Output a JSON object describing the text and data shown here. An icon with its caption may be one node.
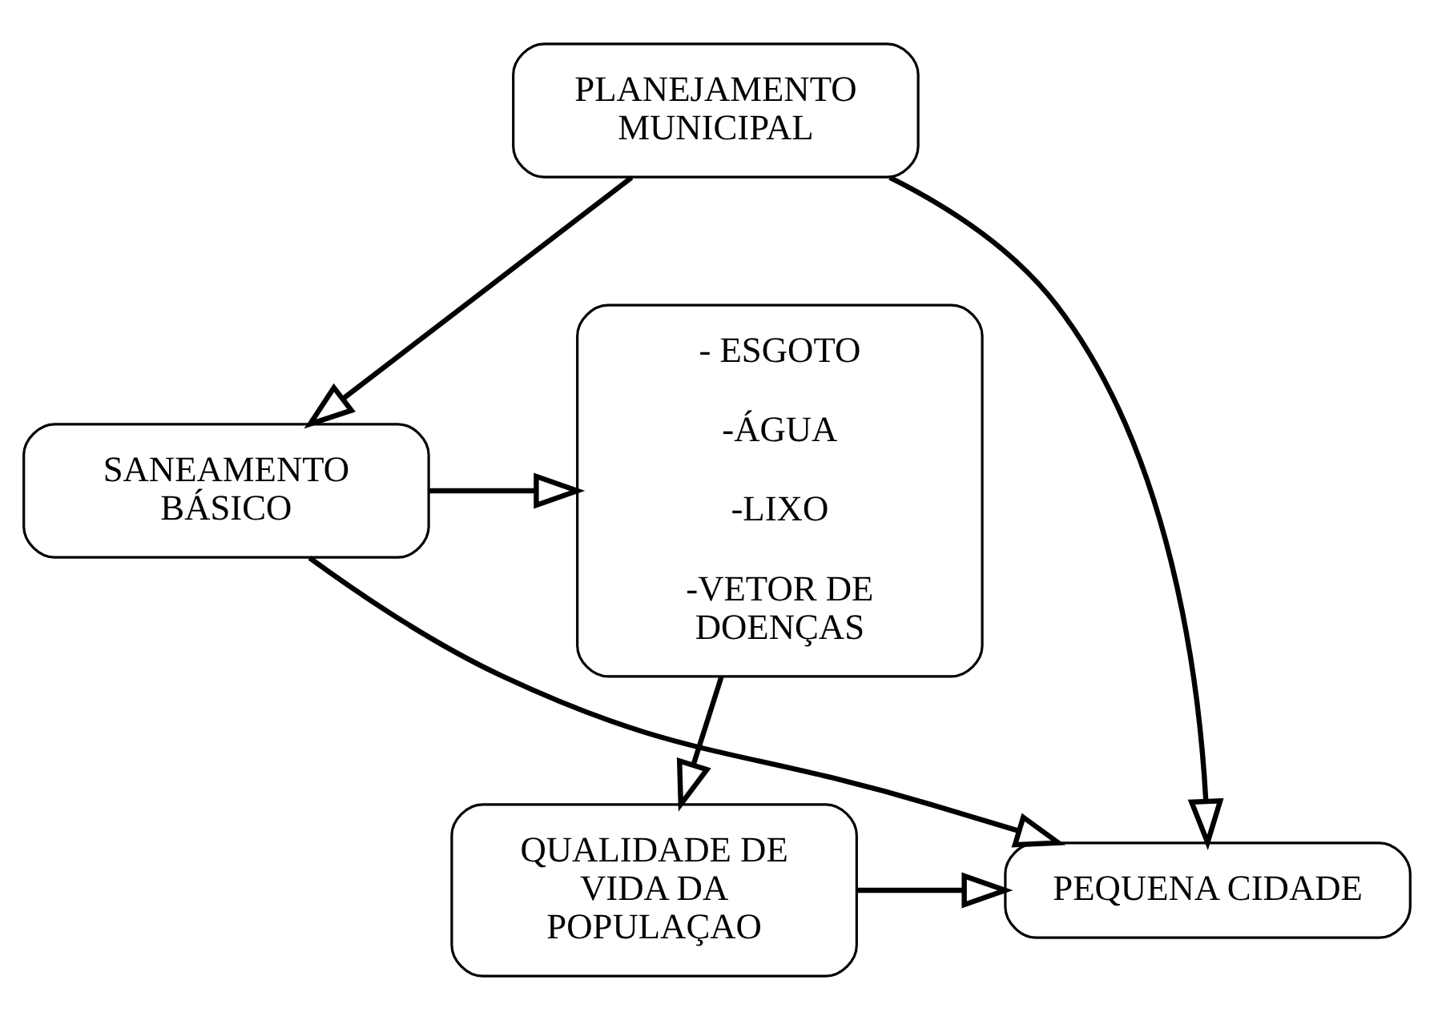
{
  "diagram": {
    "nodes": [
      {
        "text": [
          "PLANEJAMENTO MUNICIPAL"
        ]
      },
      {
        "text": [
          "SANEAMENTO BÁSICO"
        ]
      },
      {
        "text": [
          "- ESGOTO",
          "-ÁGUA",
          "-LIXO",
          "-VETOR DE DOENÇAS"
        ]
      },
      {
        "text": [
          "PEQUENA CIDADE"
        ]
      },
      {
        "text": [
          "QUALIDADE DE VIDA DA POPULAÇAO"
        ]
      }
    ],
    "edges": [
      {
        "from": 0,
        "to": 1,
        "arrow": "to"
      },
      {
        "from": 0,
        "to": 3,
        "arrow": "to"
      },
      {
        "from": 1,
        "to": 2,
        "arrow": "to"
      },
      {
        "from": 1,
        "to": 3,
        "arrow": "to"
      },
      {
        "from": 2,
        "to": 4,
        "arrow": "to"
      },
      {
        "from": 4,
        "to": 3,
        "arrow": "to"
      }
    ]
  }
}
